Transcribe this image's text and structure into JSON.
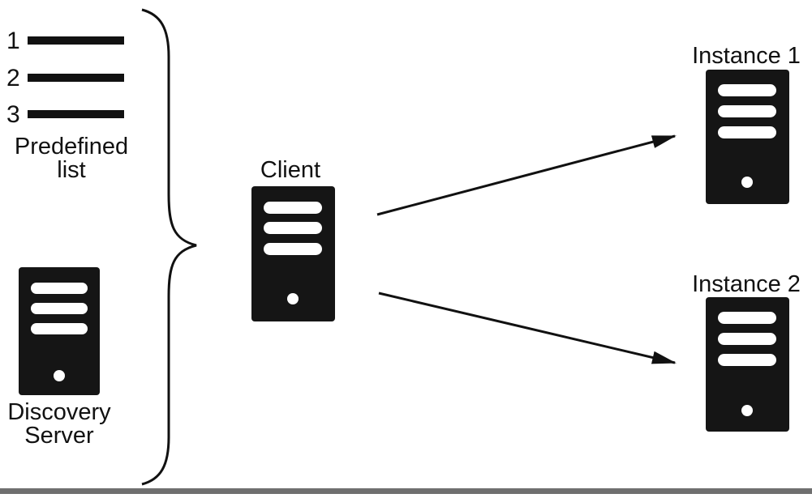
{
  "predefined_list": {
    "item_numbers": [
      "1",
      "2",
      "3"
    ],
    "label_line1": "Predefined",
    "label_line2": "list"
  },
  "discovery_server": {
    "label_line1": "Discovery",
    "label_line2": "Server"
  },
  "client": {
    "label": "Client"
  },
  "instances": [
    {
      "label": "Instance 1"
    },
    {
      "label": "Instance 2"
    }
  ],
  "colors": {
    "ink": "#111111",
    "server_body": "#151515",
    "server_detail": "#ffffff",
    "background": "#ffffff",
    "bottom_strip": "#6f6f6f"
  },
  "icons": {
    "server": "server-tower-icon",
    "list": "list-lines-icon",
    "brace": "curly-brace",
    "arrow": "arrow-right"
  }
}
